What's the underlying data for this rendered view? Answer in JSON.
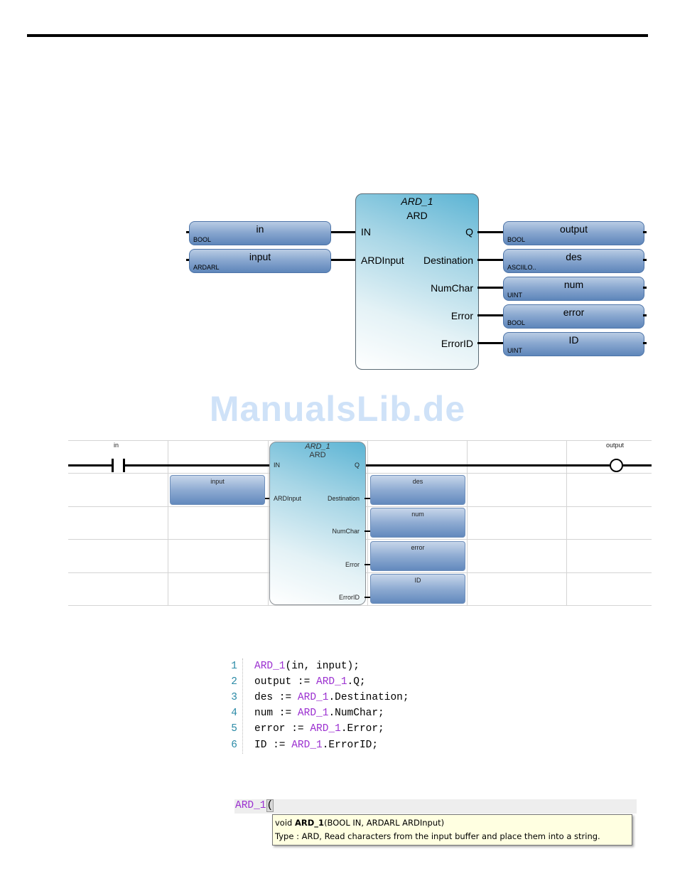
{
  "fbd": {
    "instance": "ARD_1",
    "type": "ARD",
    "inputs": [
      {
        "pin": "IN",
        "var": "in",
        "type": "BOOL"
      },
      {
        "pin": "ARDInput",
        "var": "input",
        "type": "ARDARL"
      }
    ],
    "outputs": [
      {
        "pin": "Q",
        "var": "output",
        "type": "BOOL"
      },
      {
        "pin": "Destination",
        "var": "des",
        "type": "ASCIILO.."
      },
      {
        "pin": "NumChar",
        "var": "num",
        "type": "UINT"
      },
      {
        "pin": "Error",
        "var": "error",
        "type": "BOOL"
      },
      {
        "pin": "ErrorID",
        "var": "ID",
        "type": "UINT"
      }
    ]
  },
  "watermark": "ManualsLib.de",
  "ladder": {
    "instance": "ARD_1",
    "type": "ARD",
    "contact_label": "in",
    "coil_label": "output",
    "input_var": "input",
    "pins_in": [
      "IN",
      "ARDInput"
    ],
    "pins_out": [
      "Q",
      "Destination",
      "NumChar",
      "Error",
      "ErrorID"
    ],
    "output_vars": [
      "des",
      "num",
      "error",
      "ID"
    ]
  },
  "code": {
    "line_numbers": [
      "1",
      "2",
      "3",
      "4",
      "5",
      "6"
    ],
    "lines": [
      {
        "pre": "",
        "kw": "ARD_1",
        "post": "(in, input);"
      },
      {
        "pre": "output := ",
        "kw": "ARD_1",
        "post": ".Q;"
      },
      {
        "pre": "des := ",
        "kw": "ARD_1",
        "post": ".Destination;"
      },
      {
        "pre": "num := ",
        "kw": "ARD_1",
        "post": ".NumChar;"
      },
      {
        "pre": "error := ",
        "kw": "ARD_1",
        "post": ".Error;"
      },
      {
        "pre": "ID := ",
        "kw": "ARD_1",
        "post": ".ErrorID;"
      }
    ]
  },
  "tooltip": {
    "typed_kw": "ARD_1",
    "typed_paren": "(",
    "sig_pre": "void ",
    "sig_name": "ARD_1",
    "sig_post": "(BOOL IN, ARDARL ARDInput)",
    "desc": "Type : ARD, Read characters from the input buffer and place them into a string."
  }
}
